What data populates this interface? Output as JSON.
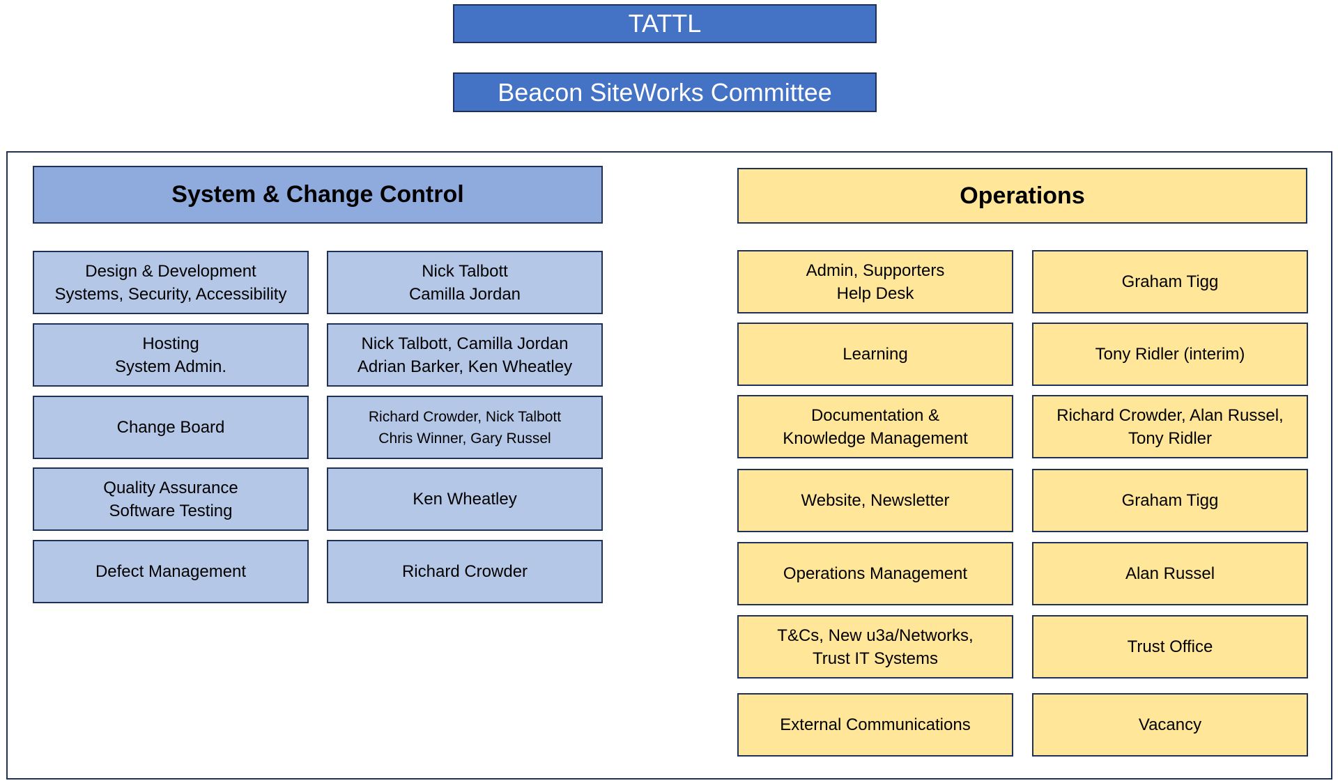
{
  "top": {
    "tattl": "TATTL",
    "committee": "Beacon SiteWorks Committee"
  },
  "system_change_control": {
    "title": "System & Change Control",
    "rows": [
      {
        "area": "Design & Development\nSystems, Security, Accessibility",
        "people": "Nick Talbott\nCamilla Jordan"
      },
      {
        "area": "Hosting\nSystem Admin.",
        "people": "Nick Talbott, Camilla Jordan\nAdrian Barker, Ken Wheatley"
      },
      {
        "area": "Change Board",
        "people": "Richard Crowder, Nick Talbott\nChris Winner, Gary Russel"
      },
      {
        "area": "Quality Assurance\nSoftware Testing",
        "people": "Ken Wheatley"
      },
      {
        "area": "Defect Management",
        "people": "Richard Crowder"
      }
    ]
  },
  "operations": {
    "title": "Operations",
    "rows": [
      {
        "area": "Admin, Supporters\nHelp Desk",
        "people": "Graham Tigg"
      },
      {
        "area": "Learning",
        "people": "Tony Ridler (interim)"
      },
      {
        "area": "Documentation &\nKnowledge Management",
        "people": "Richard Crowder, Alan Russel,\nTony Ridler"
      },
      {
        "area": "Website, Newsletter",
        "people": "Graham Tigg"
      },
      {
        "area": "Operations Management",
        "people": "Alan Russel"
      },
      {
        "area": "T&Cs, New u3a/Networks,\nTrust IT Systems",
        "people": "Trust Office"
      },
      {
        "area": "External Communications",
        "people": "Vacancy"
      }
    ]
  },
  "colors": {
    "top_box_fill": "#4472c4",
    "system_header_fill": "#8faadc",
    "system_cell_fill": "#b4c7e7",
    "operations_fill": "#ffe699",
    "border": "#1f3158"
  }
}
